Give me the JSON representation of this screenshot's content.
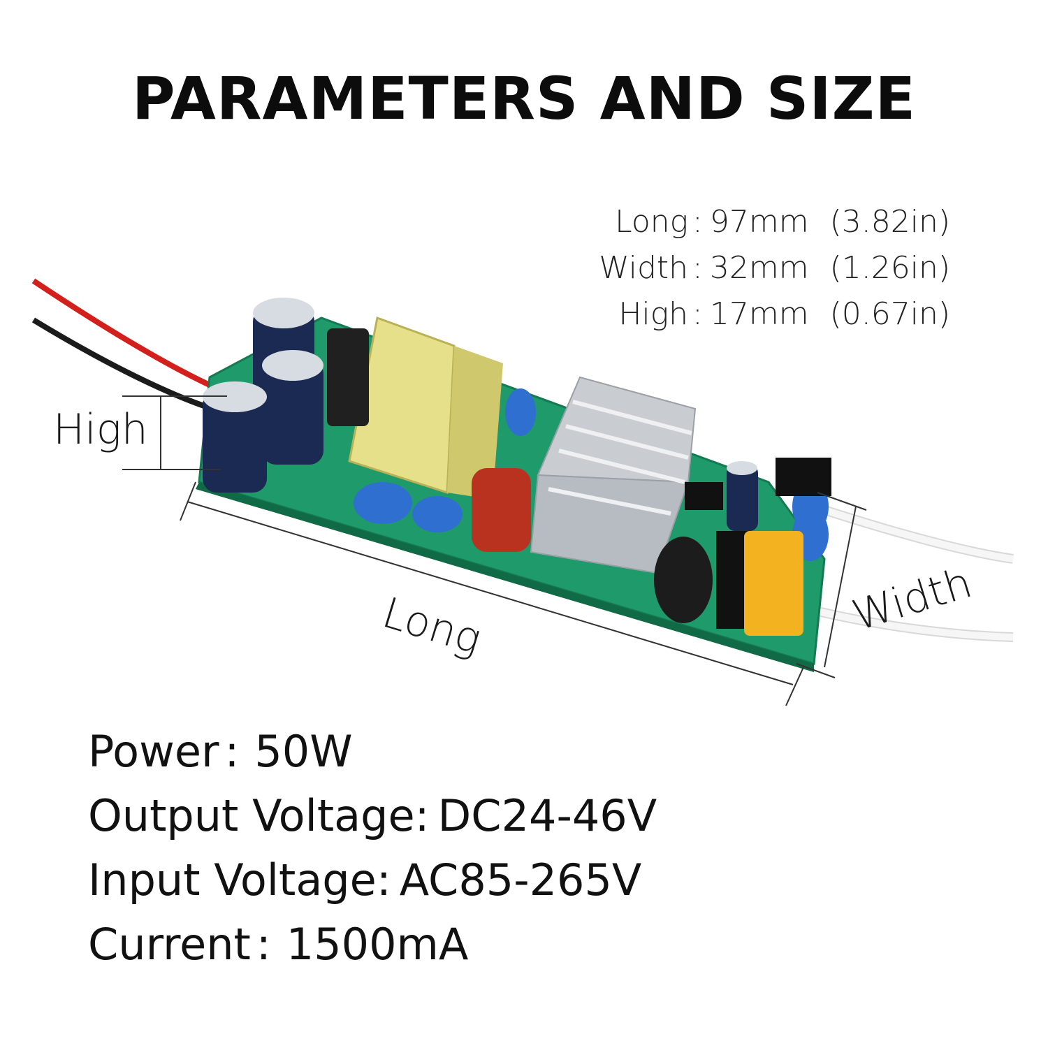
{
  "title": "PARAMETERS AND SIZE",
  "dimensions": [
    {
      "label": "Long",
      "separator": ":",
      "metric": "97mm",
      "imperial": "(3.82in)"
    },
    {
      "label": "Width",
      "separator": ":",
      "metric": "32mm",
      "imperial": "(1.26in)"
    },
    {
      "label": "High",
      "separator": ":",
      "metric": "17mm",
      "imperial": "(0.67in)"
    }
  ],
  "diagram_labels": {
    "high": "High",
    "long": "Long",
    "width": "Width"
  },
  "specs": {
    "power": {
      "label": "Power",
      "separator": ":",
      "value": "50W"
    },
    "output_voltage": {
      "label": "Output Voltage",
      "separator": ":",
      "value": "DC24-46V"
    },
    "input_voltage": {
      "label": "Input Voltage",
      "separator": ":",
      "value": "AC85-265V"
    },
    "current": {
      "label": "Current",
      "separator": ":",
      "value": "1500mA"
    }
  },
  "colors": {
    "pcb": "#1f9a6a",
    "transformer": "#e6e08a",
    "capacitor": "#1b2a52",
    "heatsink": "#c9cdd2",
    "ceramic_cap": "#2f6fd0",
    "film_cap": "#b8321f",
    "wire_red": "#d3201c",
    "wire_black": "#1b1b1b",
    "wire_white": "#f2f2f2"
  }
}
